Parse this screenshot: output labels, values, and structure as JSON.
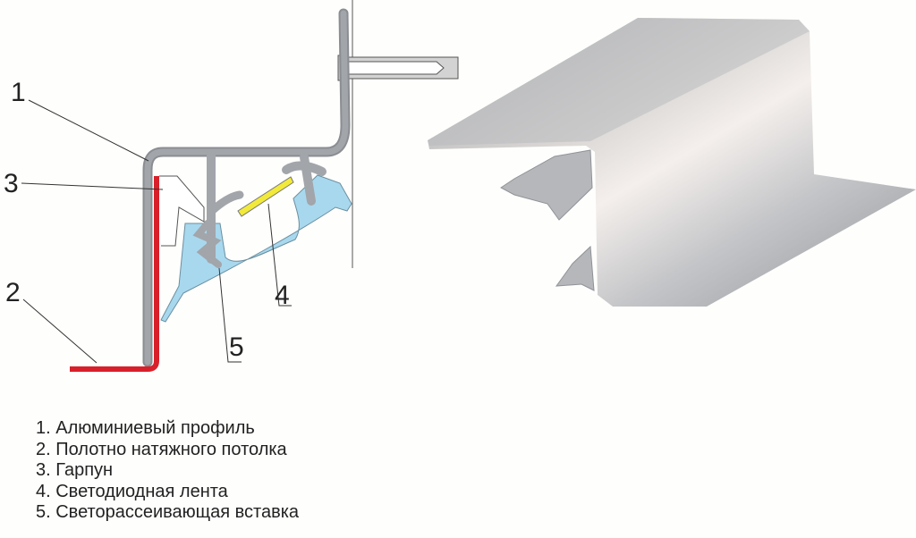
{
  "callouts": [
    "1",
    "2",
    "3",
    "4",
    "5"
  ],
  "legend": [
    "1. Алюминиевый профиль",
    "2. Полотно натяжного потолка",
    "3. Гарпун",
    "4. Светодиодная лента",
    "5. Светорассеивающая вставка"
  ],
  "colors": {
    "profile": "#9ea1a6",
    "canvas": "#d8202a",
    "led": "#f2ea3a",
    "diffuser": "#a8d8ee",
    "background": "#fefefc"
  }
}
